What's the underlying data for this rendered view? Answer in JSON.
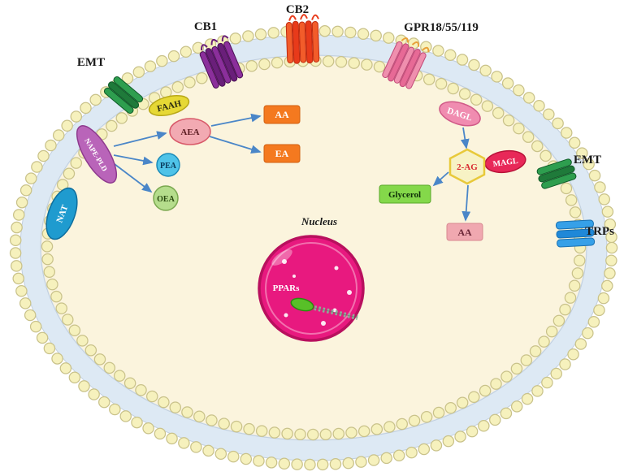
{
  "membrane_labels": {
    "emt_left": "EMT",
    "cb1": "CB1",
    "cb2": "CB2",
    "gpr": "GPR18/55/119",
    "emt_right": "EMT",
    "trps": "TRPs"
  },
  "molecules": {
    "nat": "NAT",
    "nape_pld": "NAPE-PLD",
    "faah": "FAAH",
    "aea": "AEA",
    "pea": "PEA",
    "oea": "OEA",
    "aa_from_aea": "AA",
    "ea": "EA",
    "dagl": "DAGL",
    "two_ag": "2-AG",
    "magl": "MAGL",
    "glycerol": "Glycerol",
    "aa_from_2ag": "AA"
  },
  "nucleus": {
    "label": "Nucleus",
    "ppars": "PPARs"
  },
  "colors": {
    "cell_interior": "#fbf4dd",
    "membrane_band": "#dde9f4",
    "lipid_bead": "#f6f1bd",
    "lipid_bead_outline": "#c9c28a",
    "arrow": "#4a86c8",
    "emt": "#2e9e4f",
    "cb1": "#8b2f9b",
    "cb2": "#f25c2a",
    "gpr": "#ef8fae",
    "trps": "#36a0e8",
    "nat": "#1f9bcf",
    "nape_pld": "#b964b9",
    "faah": "#e6d835",
    "aea": "#f2aab2",
    "pea": "#4fc3e8",
    "oea": "#b5dd8c",
    "aa_ea_box": "#f4791f",
    "dagl": "#f08cb0",
    "two_ag_fill": "#f7f2c5",
    "magl": "#e82858",
    "glycerol_box": "#84d84a",
    "aa_box_right": "#f0a8b0",
    "nucleus_fill": "#e8197f"
  }
}
